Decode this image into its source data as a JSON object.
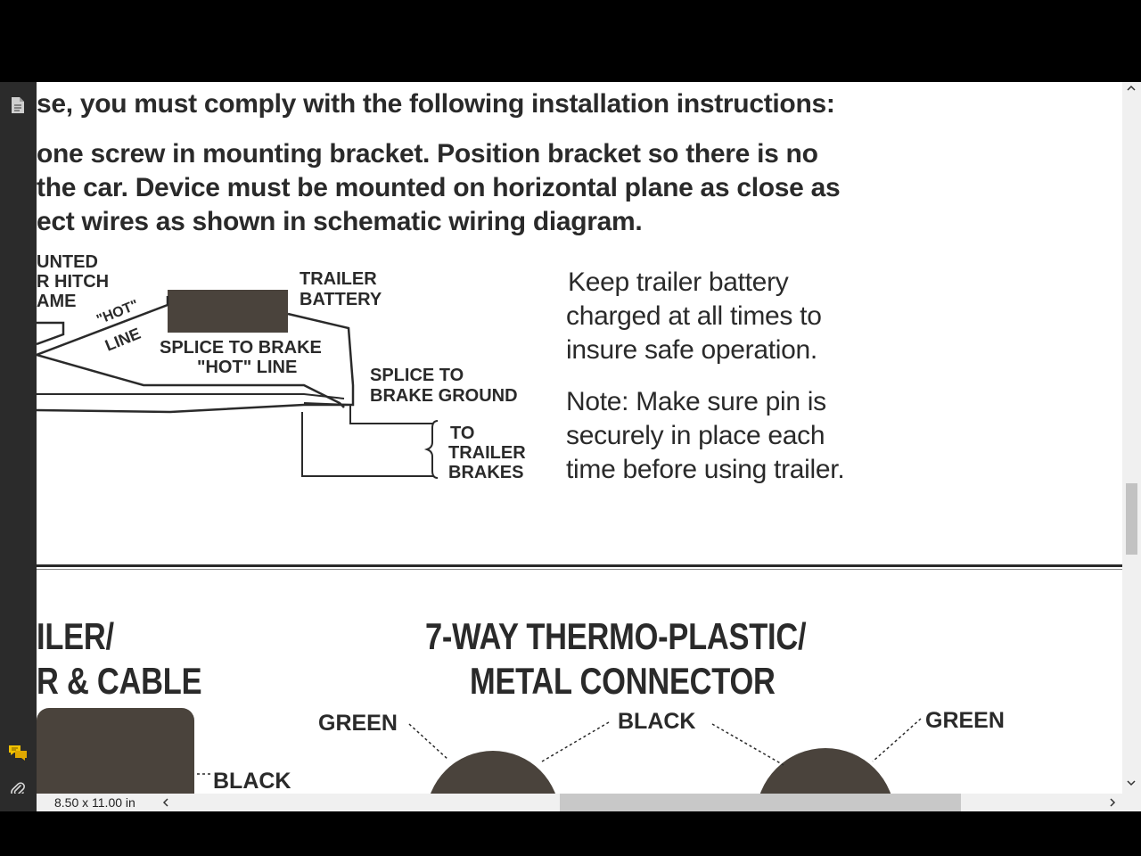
{
  "document": {
    "instructions": [
      "se, you must comply with the following installation instructions:",
      "one screw in mounting bracket. Position bracket so there is no",
      "the car. Device must be mounted on horizontal plane as close as",
      "ect wires as shown in schematic wiring diagram."
    ],
    "diagram_labels": {
      "mounted": "UNTED",
      "hitch": "R HITCH",
      "frame": "AME",
      "hot": "\"HOT\"",
      "line": "LINE",
      "trailer_battery_1": "TRAILER",
      "trailer_battery_2": "BATTERY",
      "splice_brake_hot_1": "SPLICE TO BRAKE",
      "splice_brake_hot_2": "\"HOT\" LINE",
      "splice_ground_1": "SPLICE TO",
      "splice_ground_2": "BRAKE GROUND",
      "to": "TO",
      "trailer": "TRAILER",
      "brakes": "BRAKES"
    },
    "notes": [
      "Keep trailer battery",
      "charged at all times to",
      "insure safe operation.",
      "Note: Make sure pin is",
      "securely in place each",
      "time before using trailer."
    ],
    "left_section_title": [
      "ILER/",
      "R & CABLE"
    ],
    "connector_title": [
      "7-WAY THERMO-PLASTIC/",
      "METAL CONNECTOR"
    ],
    "wire_labels": {
      "green_left": "GREEN",
      "black_center": "BLACK",
      "green_right": "GREEN",
      "black_left": "BLACK"
    }
  },
  "status": {
    "page_size": "8.50 x 11.00 in"
  },
  "icons": {
    "sidebar_top": "page-thumbnails-icon",
    "sidebar_comments": "comments-icon",
    "sidebar_attachments": "paperclip-icon"
  }
}
